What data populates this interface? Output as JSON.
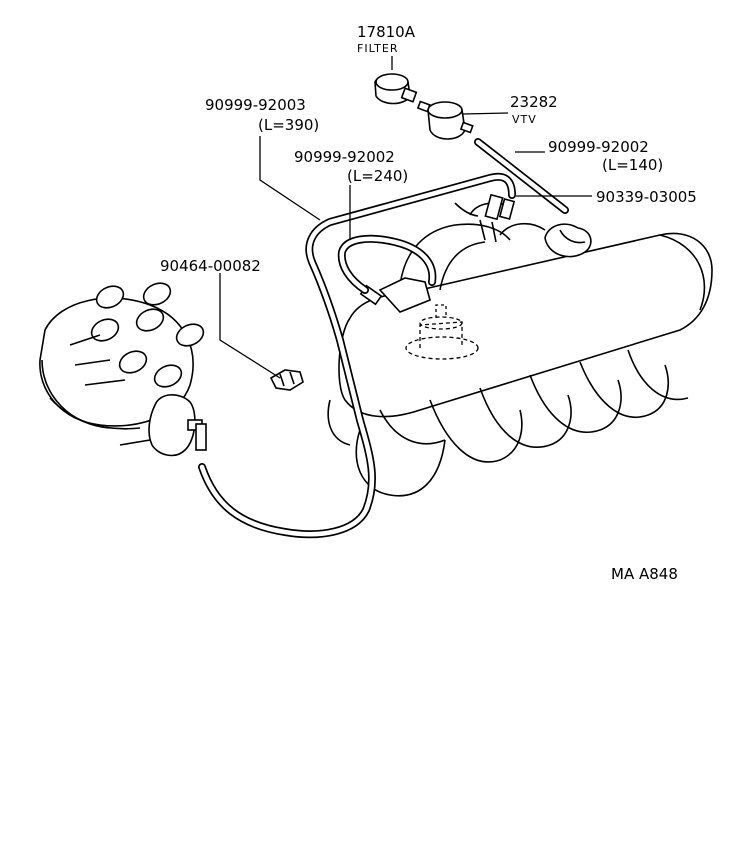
{
  "parts": {
    "filter": {
      "number": "17810A",
      "label": "FILTER"
    },
    "vtv": {
      "number": "23282",
      "label": "VTV"
    },
    "hose_390": {
      "number": "90999-92003",
      "length": "(L=390)"
    },
    "hose_240": {
      "number": "90999-92002",
      "length": "(L=240)"
    },
    "hose_140": {
      "number": "90999-92002",
      "length": "(L=140)"
    },
    "union": {
      "number": "90339-03005"
    },
    "clip": {
      "number": "90464-00082"
    }
  },
  "diagram_code": "MA A848"
}
